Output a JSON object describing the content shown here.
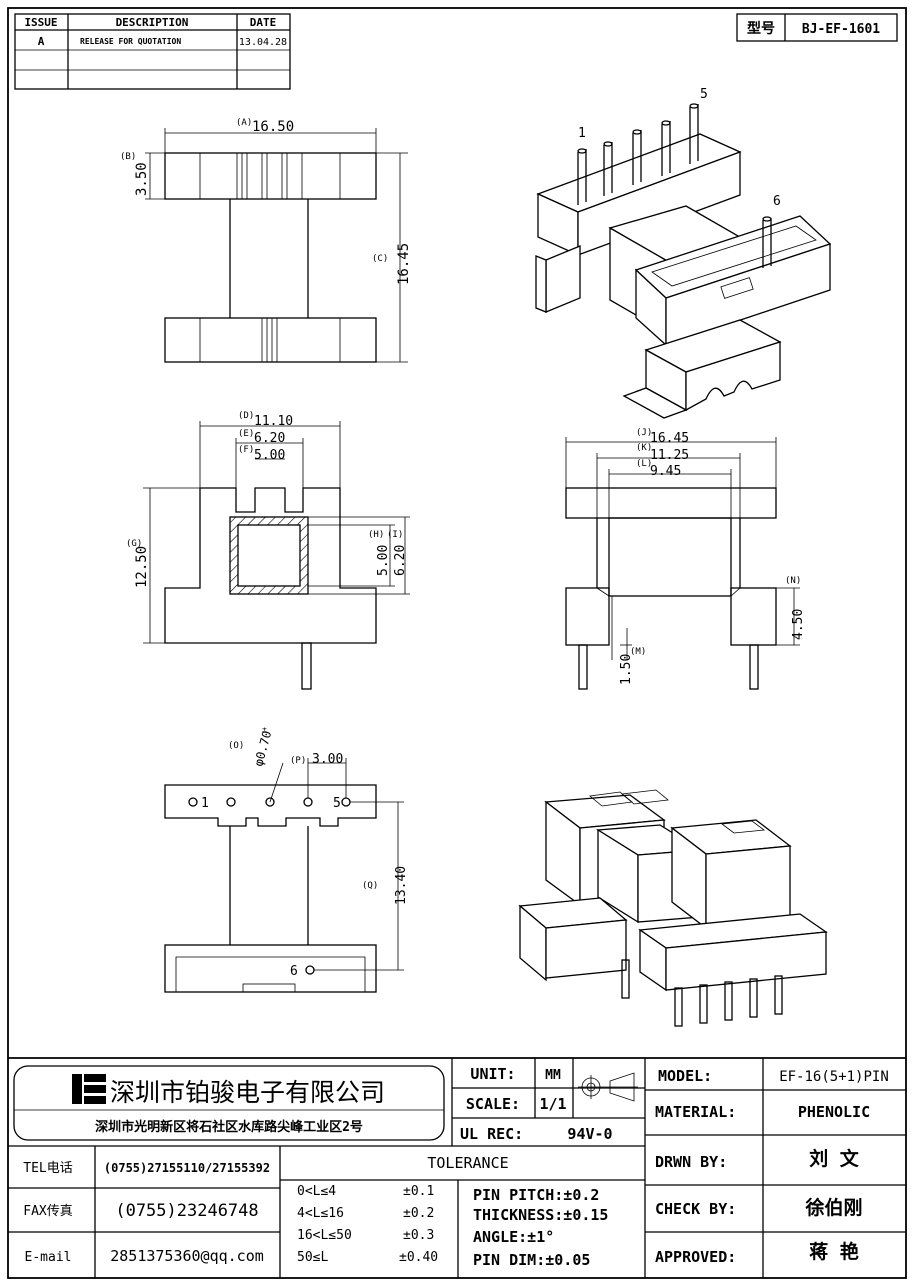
{
  "revision_table": {
    "headers": {
      "issue": "ISSUE",
      "description": "DESCRIPTION",
      "date": "DATE"
    },
    "rows": [
      {
        "issue": "A",
        "description": "RELEASE FOR QUOTATION",
        "date": "13.04.28"
      }
    ]
  },
  "model_box": {
    "label": "型号",
    "value": "BJ-EF-1601"
  },
  "pins": {
    "p1": "1",
    "p5": "5",
    "p6": "6",
    "b1": "1",
    "b5": "5",
    "b6": "6"
  },
  "dims": {
    "A": {
      "tag": "(A)",
      "value": "16.50"
    },
    "B": {
      "tag": "(B)",
      "value": "3.50"
    },
    "C": {
      "tag": "(C)",
      "value": "16.45"
    },
    "D": {
      "tag": "(D)",
      "value": "11.10"
    },
    "E": {
      "tag": "(E)",
      "value": "6.20"
    },
    "F": {
      "tag": "(F)",
      "value": "5.00"
    },
    "G": {
      "tag": "(G)",
      "value": "12.50"
    },
    "H": {
      "tag": "(H)",
      "value": "5.00"
    },
    "I": {
      "tag": "(I)",
      "value": "6.20"
    },
    "J": {
      "tag": "(J)",
      "value": "16.45"
    },
    "K": {
      "tag": "(K)",
      "value": "11.25"
    },
    "L": {
      "tag": "(L)",
      "value": "9.45"
    },
    "M": {
      "tag": "(M)",
      "value": "1.50"
    },
    "N": {
      "tag": "(N)",
      "value": "4.50"
    },
    "O": {
      "tag": "(O)",
      "value": "φ0.70",
      "mark": "±"
    },
    "P": {
      "tag": "(P)",
      "value": "3.00"
    },
    "Q": {
      "tag": "(Q)",
      "value": "13.40"
    }
  },
  "title_block": {
    "company": "深圳市铂骏电子有限公司",
    "address": "深圳市光明新区将石社区水库路尖峰工业区2号",
    "unit_label": "UNIT:",
    "unit_value": "MM",
    "scale_label": "SCALE:",
    "scale_value": "1/1",
    "ul_label": "UL REC:",
    "ul_value": "94V-0",
    "model_label": "MODEL:",
    "model_value": "EF-16(5+1)PIN",
    "material_label": "MATERIAL:",
    "material_value": "PHENOLIC",
    "drawn_label": "DRWN BY:",
    "drawn_value": "刘 文",
    "check_label": "CHECK BY:",
    "check_value": "徐伯刚",
    "approved_label": "APPROVED:",
    "approved_value": "蒋 艳",
    "tel_label": "TEL电话",
    "tel_value": "(0755)27155110/27155392",
    "fax_label": "FAX传真",
    "fax_value": "(0755)23246748",
    "email_label": "E-mail",
    "email_value": "2851375360@qq.com",
    "tolerance_title": "TOLERANCE",
    "tolerance_rows": [
      {
        "range": "0<L≤4",
        "value": "±0.1"
      },
      {
        "range": "4<L≤16",
        "value": "±0.2"
      },
      {
        "range": "16<L≤50",
        "value": "±0.3"
      },
      {
        "range": "50≤L",
        "value": "±0.40"
      }
    ],
    "pin_pitch": "PIN PITCH:±0.2",
    "thickness": "THICKNESS:±0.15",
    "angle": "ANGLE:±1°",
    "pin_dim": "PIN DIM:±0.05"
  }
}
